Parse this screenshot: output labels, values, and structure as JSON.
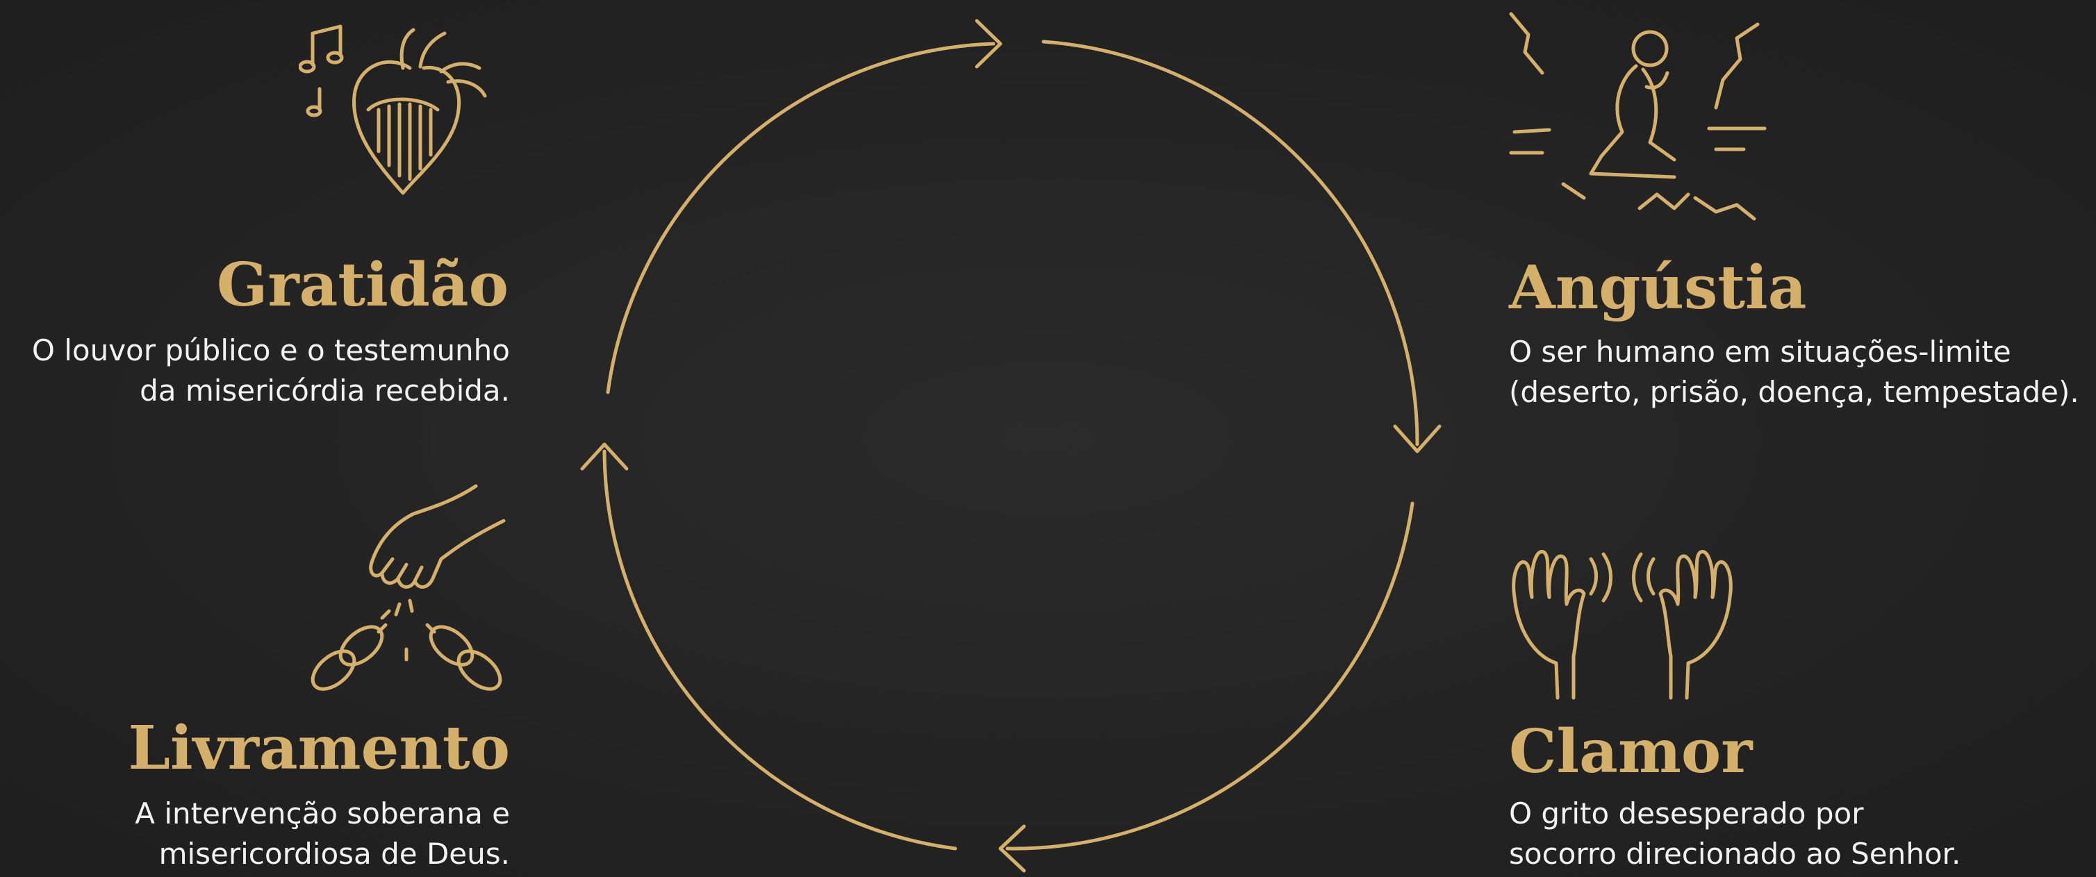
{
  "colors": {
    "background": "#232323",
    "accent_gold": "#d4b06a",
    "text": "#f2f2f2"
  },
  "stages": [
    {
      "id": "gratidao",
      "title": "Gratidão",
      "icon": "heart-harp-music-icon",
      "desc_lines": [
        "O louvor público e o testemunho",
        "da misericórdia recebida."
      ]
    },
    {
      "id": "angustia",
      "title": "Angústia",
      "icon": "kneeling-person-desert-icon",
      "desc_lines": [
        "O ser humano em situações-limite",
        "(deserto, prisão, doença, tempestade)."
      ]
    },
    {
      "id": "clamor",
      "title": "Clamor",
      "icon": "raised-hands-icon",
      "desc_lines": [
        "O grito desesperado por",
        "socorro direcionado ao Senhor."
      ]
    },
    {
      "id": "livramento",
      "title": "Livramento",
      "icon": "hand-broken-chain-icon",
      "desc_lines": [
        "A intervenção soberana e",
        "misericordiosa de Deus."
      ]
    }
  ]
}
